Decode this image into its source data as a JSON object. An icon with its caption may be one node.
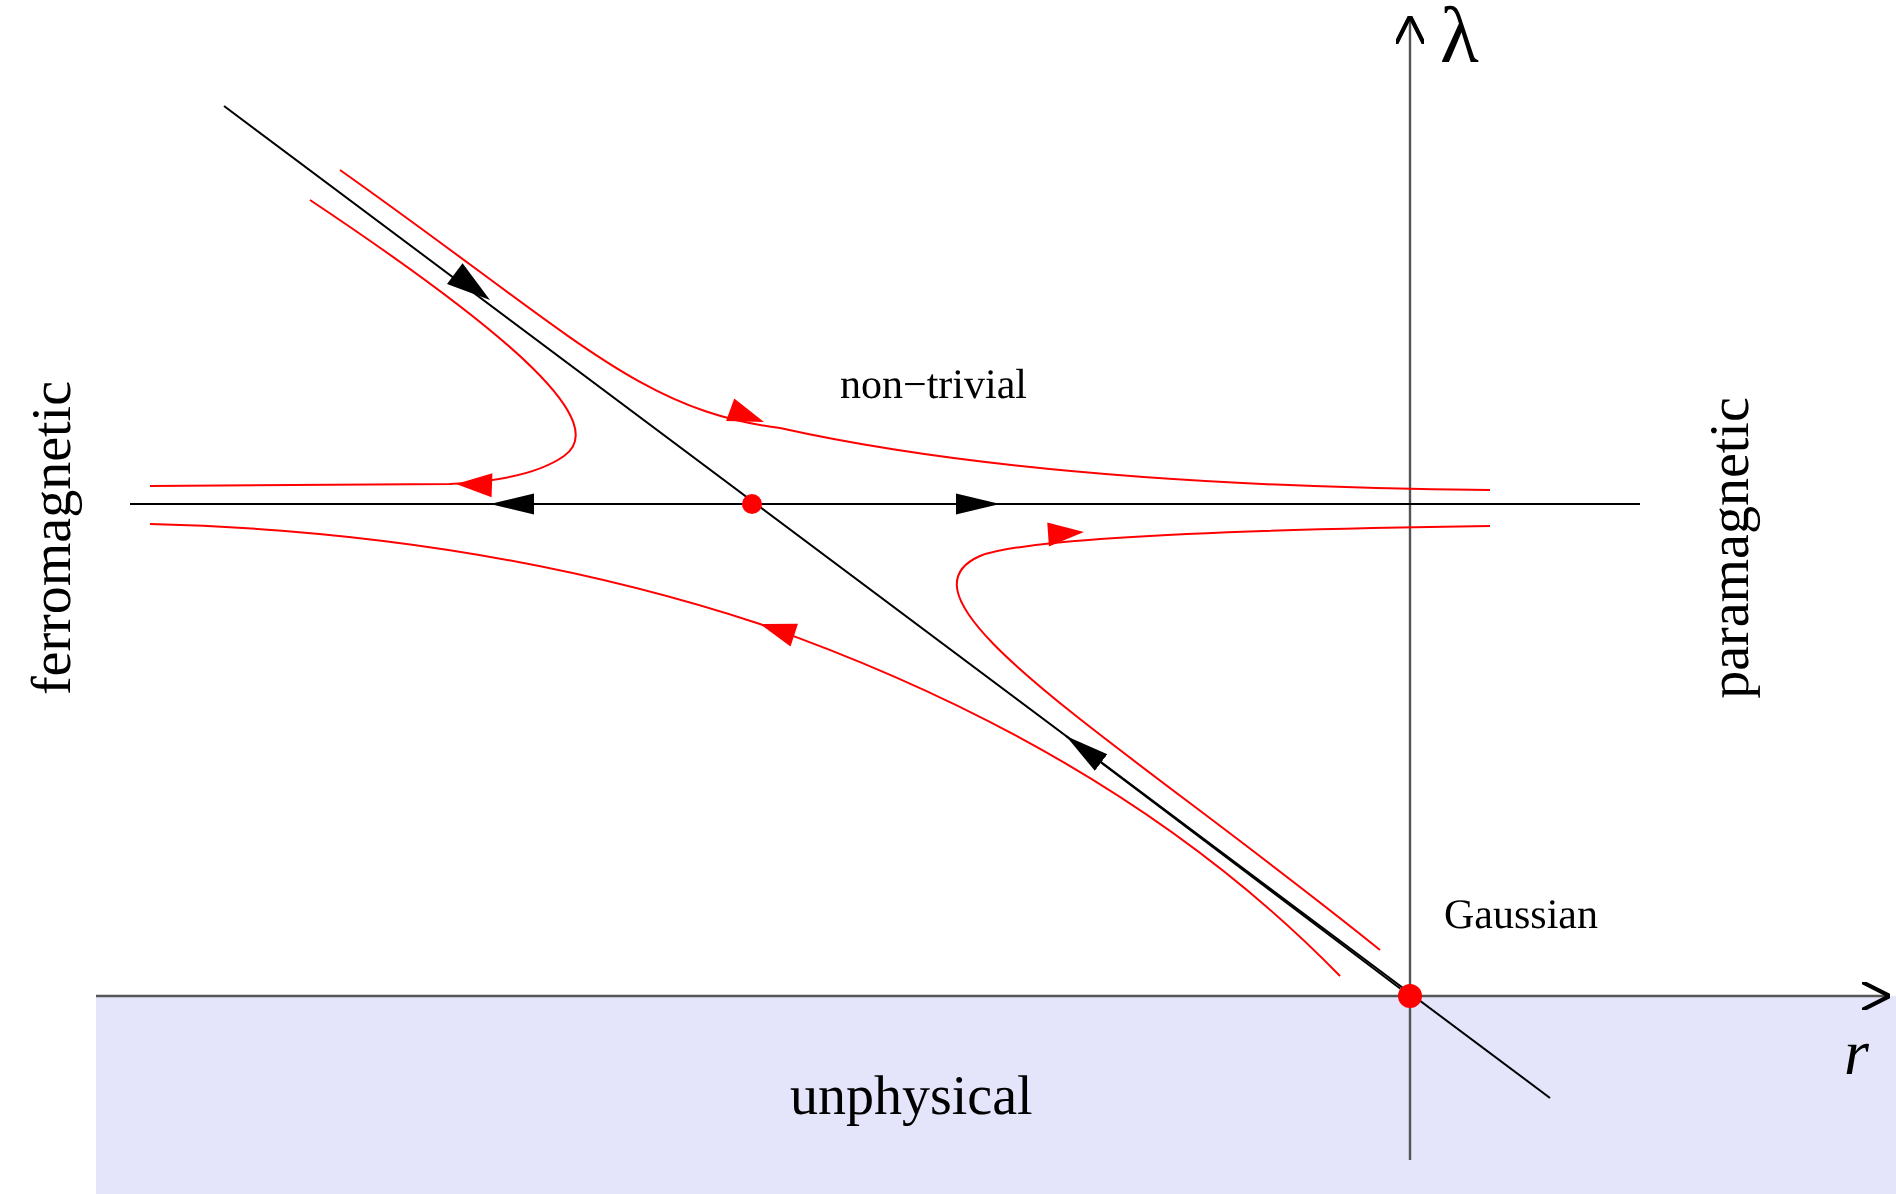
{
  "diagram": {
    "nodes": [
      {
        "text": [],
        "shape": "circle",
        "beside": [
          "non−trivial"
        ]
      },
      {
        "text": [],
        "shape": "circle",
        "beside": [
          "Gaussian"
        ]
      }
    ],
    "edges": [
      {
        "from": 0,
        "to": null,
        "arrow": "to"
      },
      {
        "from": 0,
        "to": null,
        "arrow": "to"
      },
      {
        "from": 1,
        "to": null,
        "arrow": "to"
      }
    ],
    "labels": [
      "λ",
      "r",
      "ferromagnetic",
      "paramagnetic",
      "unphysical"
    ]
  }
}
